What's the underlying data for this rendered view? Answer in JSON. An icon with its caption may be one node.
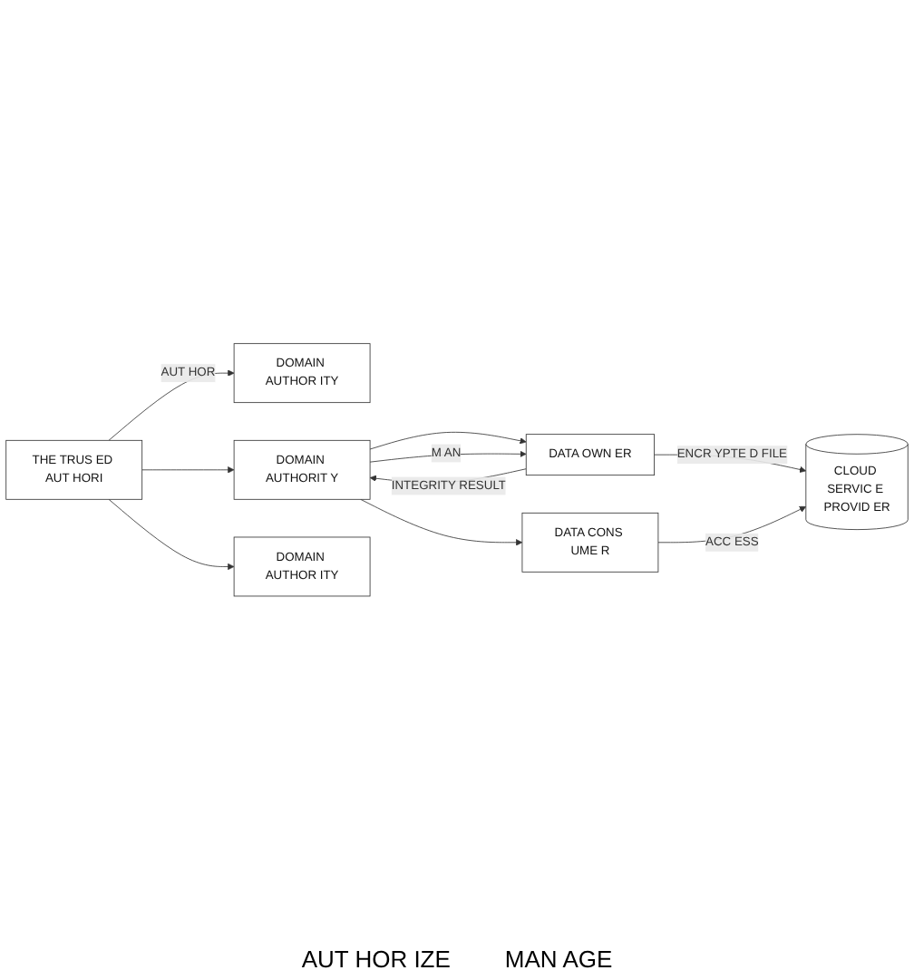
{
  "diagram": {
    "nodes": [
      {
        "text": [
          "THE TRUS ED AUT HORI"
        ]
      },
      {
        "text": [
          "DOMAIN AUTHOR ITY"
        ]
      },
      {
        "text": [
          "DOMAIN AUTHORIT Y"
        ]
      },
      {
        "text": [
          "DOMAIN AUTHOR ITY"
        ]
      },
      {
        "text": [
          "DATA OWN ER"
        ]
      },
      {
        "text": [
          "DATA CONS UME R"
        ]
      },
      {
        "text": [
          "CLOUD SERVIC E PROVID ER"
        ]
      }
    ],
    "edges": [
      {
        "from": 0,
        "to": 1,
        "arrow": "to",
        "label": "AUT HOR"
      },
      {
        "from": 0,
        "to": 2,
        "arrow": "to"
      },
      {
        "from": 0,
        "to": 3,
        "arrow": "to"
      },
      {
        "from": 2,
        "to": 4,
        "arrow": "to"
      },
      {
        "from": 2,
        "to": 5,
        "arrow": "to"
      },
      {
        "from": 4,
        "to": 2,
        "arrow": "to",
        "label": "INTEGRITY RESULT"
      },
      {
        "from": 2,
        "to": 4,
        "arrow": "to",
        "label": "M AN"
      },
      {
        "from": 4,
        "to": 6,
        "arrow": "to",
        "label": "ENCR YPTE D FILE"
      },
      {
        "from": 5,
        "to": 6,
        "arrow": "to",
        "label": "ACC ESS"
      }
    ],
    "labels": [
      "AUT HOR IZE",
      "MAN AGE"
    ]
  }
}
